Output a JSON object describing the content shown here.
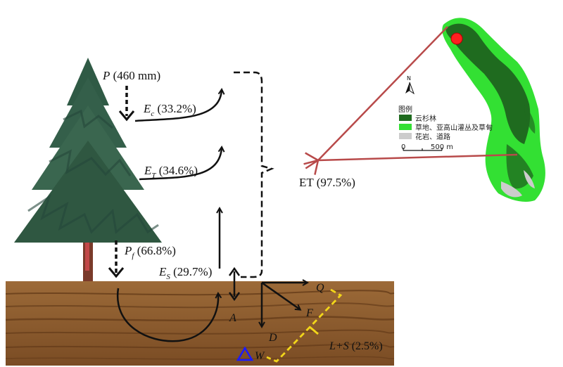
{
  "labels": {
    "precip_sym": "P",
    "precip_val": " (460 mm)",
    "ec_sym": "E",
    "ec_sub": "c",
    "ec_val": " (33.2%)",
    "et_sym": "E",
    "et_sub": "T",
    "et_val": " (34.6%)",
    "pf_sym": "P",
    "pf_sub": "f",
    "pf_val": " (66.8%)",
    "es_sym": "E",
    "es_sub": "S",
    "es_val": " (29.7%)",
    "evapotranspiration": "ET (97.5%)",
    "a": "A",
    "d": "D",
    "w": "W",
    "q": "Q",
    "f": "F",
    "ls_sym": "L+S",
    "ls_val": " (2.5%)"
  },
  "map": {
    "north": "N",
    "legend_title": "图例",
    "legend_items": [
      {
        "label": "云杉林",
        "color": "#1f6b1f"
      },
      {
        "label": "草地、亚高山灌丛及草甸",
        "color": "#33e033"
      },
      {
        "label": "花岩、道路",
        "color": "#cccccc"
      }
    ],
    "scale_start": "0",
    "scale_end": "500 m"
  },
  "colors": {
    "soil": "#8a5a2e",
    "arrow_red": "#b84a4a",
    "dashed_yellow": "#f2d61a",
    "marker_red": "#ff2020",
    "triangle_blue": "#1a1aff"
  }
}
